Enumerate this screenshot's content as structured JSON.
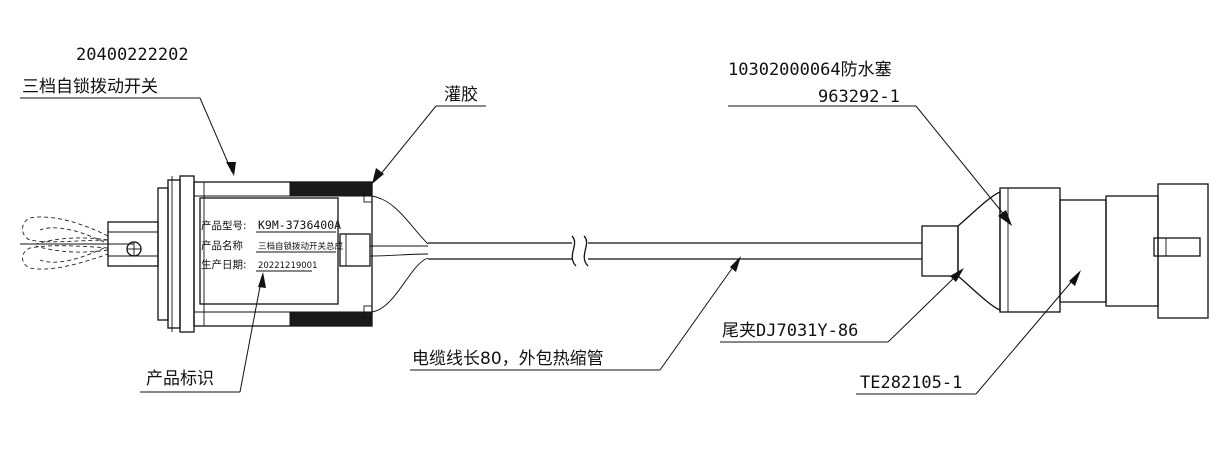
{
  "labels": {
    "switch_part_no": "20400222202",
    "switch_name": "三档自锁拨动开关",
    "potting": "灌胶",
    "plug_part_no": "10302000064防水塞",
    "plug_model": "963292-1",
    "tail_clip": "尾夹DJ7031Y-86",
    "cable": "电缆线长80，外包热缩管",
    "product_label": "产品标识",
    "connector": "TE282105-1"
  },
  "nameplate": {
    "model_key": "产品型号:",
    "model_value": "K9M-3736400A",
    "name_key": "产品名称",
    "name_value": "三档自锁拨动开关总成",
    "date_key": "生产日期:",
    "date_value": "20221219001"
  }
}
